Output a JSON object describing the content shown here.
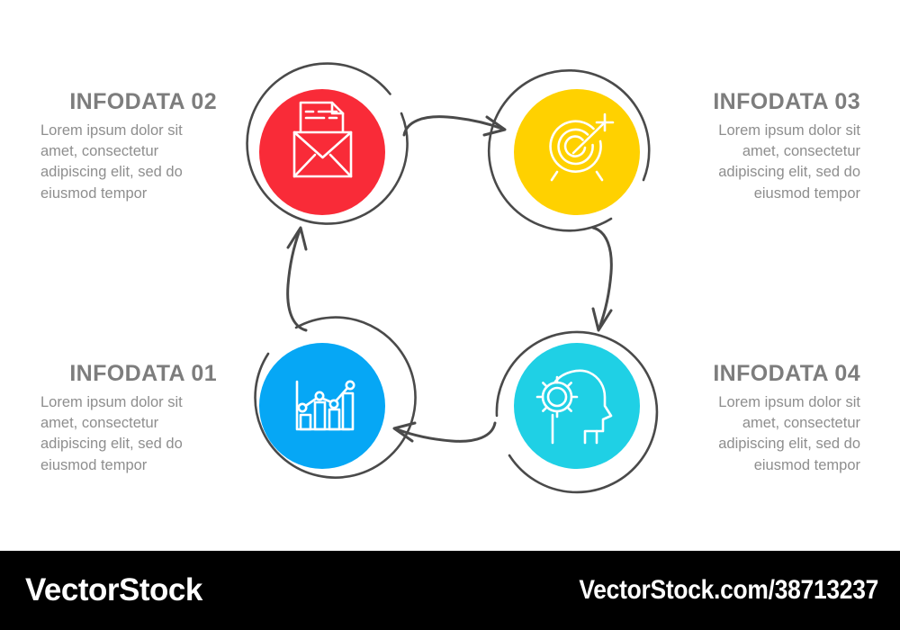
{
  "diagram": {
    "type": "cycle-infographic",
    "direction": "clockwise",
    "node_count": 4,
    "ring_stroke_color": "#4a4a4a",
    "arrow_color": "#4a4a4a",
    "title_color": "#7d7d7d",
    "body_color": "#8e8e8e"
  },
  "nodes": [
    {
      "id": "infodata-01",
      "title": "INFODATA 01",
      "body": "Lorem ipsum dolor sit amet, consectetur adipiscing elit, sed do eiusmod tempor",
      "color": "#06A7F5",
      "icon": "bar-chart-growth-icon",
      "position": "bottom-left",
      "side": "left"
    },
    {
      "id": "infodata-02",
      "title": "INFODATA 02",
      "body": "Lorem ipsum dolor sit amet, consectetur adipiscing elit, sed do eiusmod tempor",
      "color": "#F92B38",
      "icon": "envelope-document-icon",
      "position": "top-left",
      "side": "left"
    },
    {
      "id": "infodata-03",
      "title": "INFODATA 03",
      "body": "Lorem ipsum dolor sit amet, consectetur adipiscing elit, sed do eiusmod tempor",
      "color": "#FFD100",
      "icon": "target-arrow-icon",
      "position": "top-right",
      "side": "right"
    },
    {
      "id": "infodata-04",
      "title": "INFODATA 04",
      "body": "Lorem ipsum dolor sit amet, consectetur adipiscing elit, sed do eiusmod tempor",
      "color": "#1FD0E5",
      "icon": "head-gear-icon",
      "position": "bottom-right",
      "side": "right"
    }
  ],
  "arrows": [
    {
      "id": "arrow-02-to-03",
      "from": "infodata-02",
      "to": "infodata-03",
      "direction": "right"
    },
    {
      "id": "arrow-03-to-04",
      "from": "infodata-03",
      "to": "infodata-04",
      "direction": "down"
    },
    {
      "id": "arrow-04-to-01",
      "from": "infodata-04",
      "to": "infodata-01",
      "direction": "left"
    },
    {
      "id": "arrow-01-to-02",
      "from": "infodata-01",
      "to": "infodata-02",
      "direction": "up"
    }
  ],
  "footer": {
    "logo": "VectorStock",
    "url": "VectorStock.com/38713237",
    "background": "#000000"
  }
}
